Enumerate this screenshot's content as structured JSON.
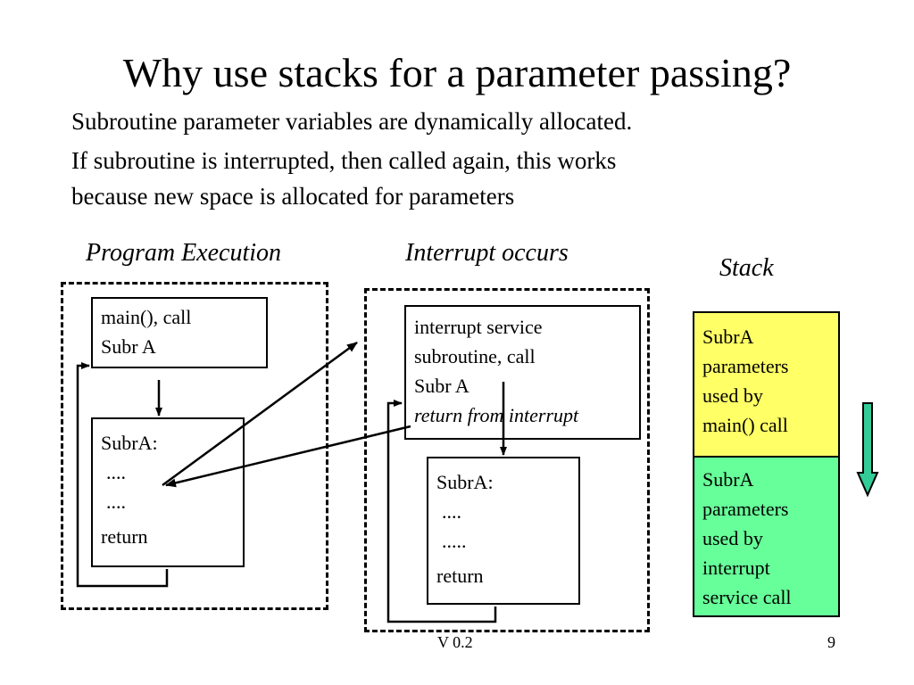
{
  "title": "Why use stacks for a parameter passing?",
  "bullets": [
    "Subroutine parameter variables are dynamically allocated.",
    "If subroutine is interrupted, then called again, this works",
    "because new space is allocated for parameters"
  ],
  "headings": {
    "program_execution": "Program Execution",
    "interrupt_occurs": "Interrupt occurs",
    "stack": "Stack"
  },
  "left_panel": {
    "main_box": [
      "main(), call",
      "Subr A"
    ],
    "subr_box": [
      "SubrA:",
      "....",
      "....",
      "return"
    ]
  },
  "right_panel": {
    "isr_box": [
      "interrupt service",
      "subroutine, call",
      "Subr A",
      "return from interrupt"
    ],
    "subr_box": [
      "SubrA:",
      "....",
      ".....",
      "return"
    ]
  },
  "stack": {
    "top": {
      "lines": [
        "SubrA",
        "parameters",
        "used by",
        "main() call"
      ],
      "color": "#ffff66"
    },
    "bottom": {
      "lines": [
        "SubrA",
        "parameters",
        "used by",
        "interrupt",
        "service call"
      ],
      "color": "#66ff99"
    },
    "arrow_color": "#33cc99"
  },
  "footer": {
    "version": "V 0.2",
    "page": "9"
  }
}
